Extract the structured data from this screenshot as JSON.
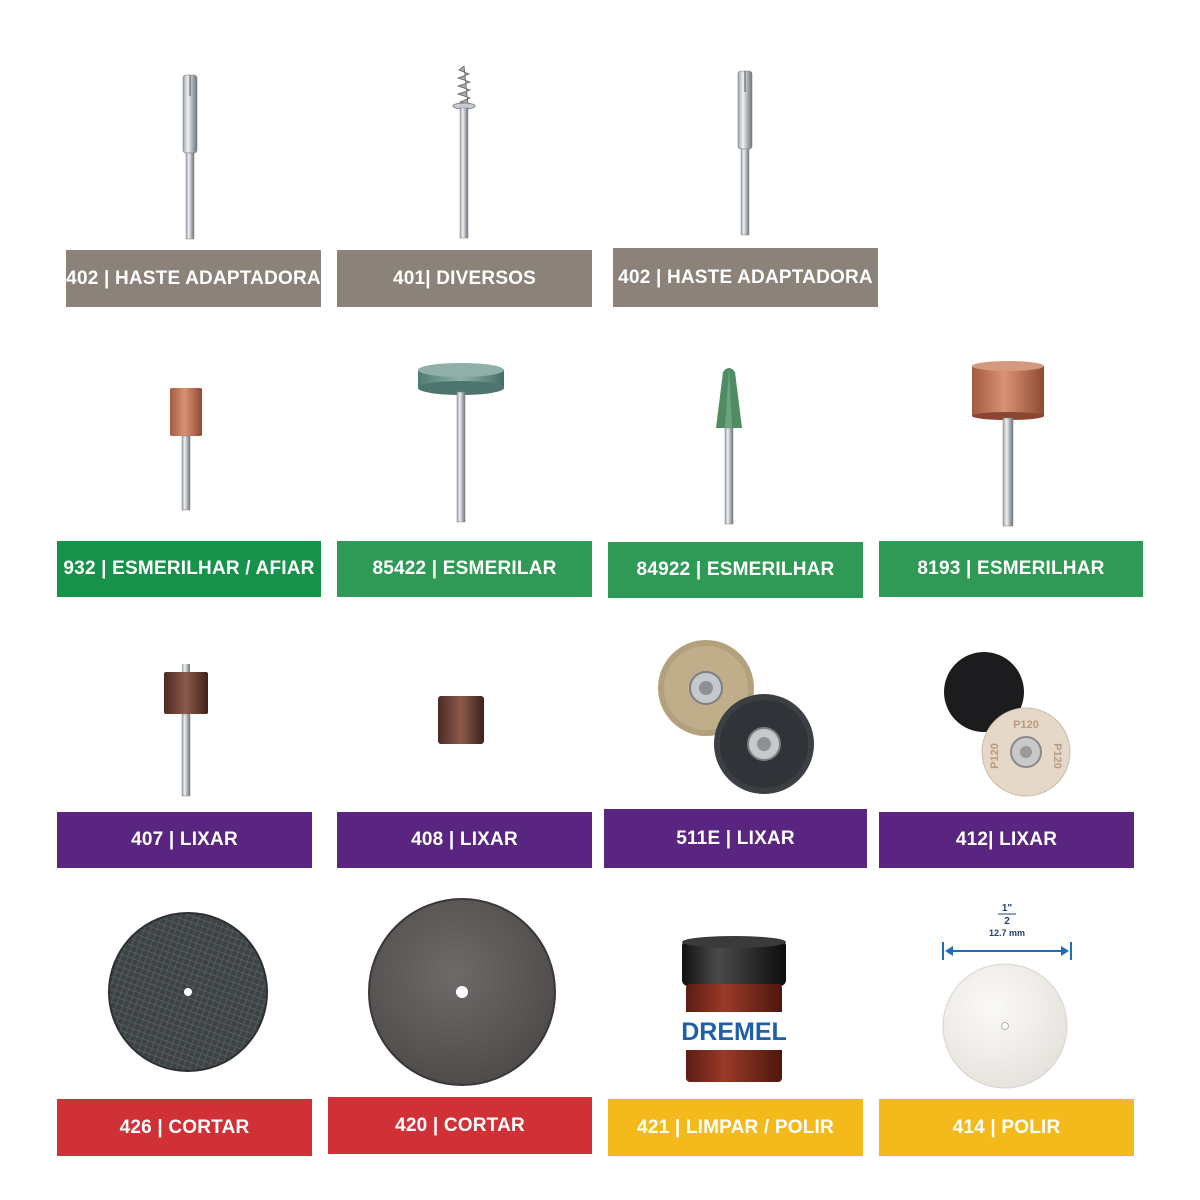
{
  "colors": {
    "taupe": "#8b837a",
    "green_dark": "#16924a",
    "green": "#2f9a55",
    "purple": "#5a2580",
    "red": "#cf3136",
    "yellow": "#f4ba1b"
  },
  "items": [
    {
      "label": "402 | HASTE ADAPTADORA",
      "icon": "mandrel-icon",
      "category": "taupe"
    },
    {
      "label": "401| DIVERSOS",
      "icon": "screw-mandrel-icon",
      "category": "taupe"
    },
    {
      "label": "402 | HASTE ADAPTADORA",
      "icon": "mandrel-icon",
      "category": "taupe"
    },
    {
      "label": "932 | ESMERILHAR / AFIAR",
      "icon": "grinding-stone-cylinder-icon",
      "category": "green_dark"
    },
    {
      "label": "85422 | ESMERILAR",
      "icon": "grinding-wheel-icon",
      "category": "green"
    },
    {
      "label": "84922 | ESMERILHAR",
      "icon": "grinding-stone-cone-icon",
      "category": "green"
    },
    {
      "label": "8193 | ESMERILHAR",
      "icon": "grinding-stone-large-icon",
      "category": "green"
    },
    {
      "label": "407 | LIXAR",
      "icon": "sanding-drum-icon",
      "category": "purple"
    },
    {
      "label": "408 | LIXAR",
      "icon": "sanding-band-icon",
      "category": "purple"
    },
    {
      "label": "511E | LIXAR",
      "icon": "finishing-abrasive-buffs-icon",
      "category": "purple"
    },
    {
      "label": "412| LIXAR",
      "icon": "sanding-discs-icon",
      "category": "purple"
    },
    {
      "label": "426 | CORTAR",
      "icon": "reinforced-cut-off-wheel-icon",
      "category": "red"
    },
    {
      "label": "420 | CORTAR",
      "icon": "cut-off-wheel-icon",
      "category": "red"
    },
    {
      "label": "421 | LIMPAR / POLIR",
      "icon": "polishing-compound-jar-icon",
      "category": "yellow"
    },
    {
      "label": "414 | POLIR",
      "icon": "felt-polishing-wheel-icon",
      "category": "yellow"
    }
  ],
  "jar_brand": "DREMEL",
  "felt_dimension": {
    "fraction_num": "1\"",
    "fraction_den": "2",
    "mm": "12.7 mm"
  }
}
